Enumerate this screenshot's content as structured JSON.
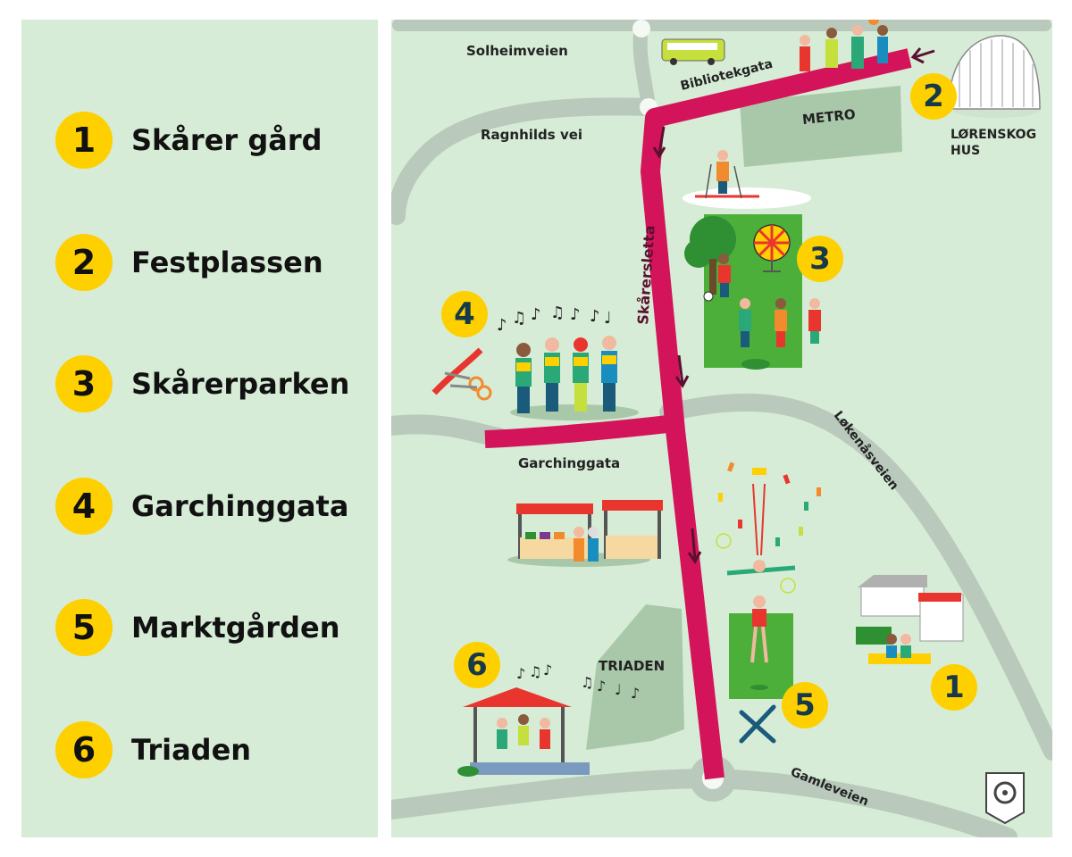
{
  "legend": {
    "items": [
      {
        "number": "1",
        "label": "Skårer  gård"
      },
      {
        "number": "2",
        "label": "Festplassen"
      },
      {
        "number": "3",
        "label": "Skårerparken"
      },
      {
        "number": "4",
        "label": "Garchinggata"
      },
      {
        "number": "5",
        "label": "Marktgården"
      },
      {
        "number": "6",
        "label": "Triaden"
      }
    ]
  },
  "map": {
    "streets": {
      "solheimveien": "Solheimveien",
      "bibliotekgata": "Bibliotekgata",
      "ragnhilds_vei": "Ragnhilds vei",
      "skarersletta": "Skårersletta",
      "garchinggata": "Garchinggata",
      "lokenasveien": "Løkenåsveien",
      "gamleveien": "Gamleveien"
    },
    "places": {
      "metro": "METRO",
      "lorenskog_hus_1": "LØRENSKOG",
      "lorenskog_hus_2": "HUS",
      "triaden": "TRIADEN"
    },
    "markers": {
      "m1": "1",
      "m2": "2",
      "m3": "3",
      "m4": "4",
      "m5": "5",
      "m6": "6"
    },
    "colors": {
      "route": "#d4145a",
      "road": "#b9c9bc",
      "background": "#d6ecd6",
      "park": "#4caf3a",
      "badge": "#ffd000"
    },
    "icons": [
      "bus-icon",
      "arrow-icon",
      "skier-icon",
      "tree-icon",
      "prize-wheel-icon",
      "scissors-icon",
      "music-notes-icon",
      "market-stall-icon",
      "acrobat-icon",
      "fork-knife-icon",
      "stage-icon",
      "farm-house-icon",
      "crest-icon"
    ]
  }
}
